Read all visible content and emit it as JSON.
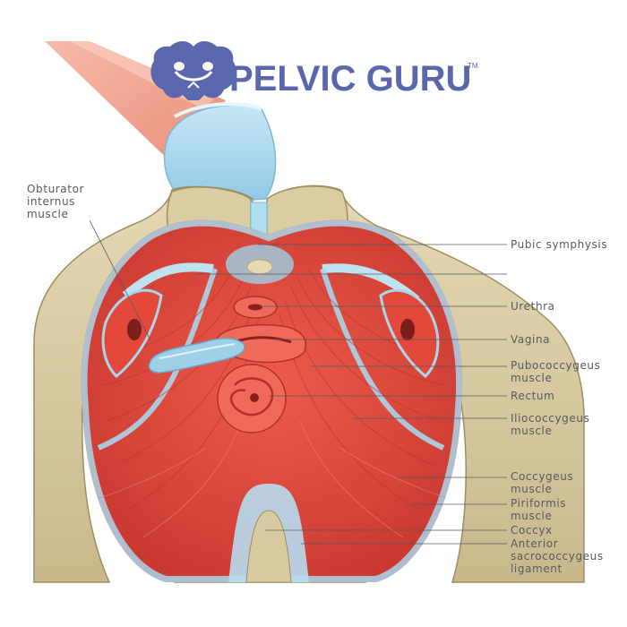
{
  "brand": {
    "name": "PELVIC GURU",
    "trademark": "TM",
    "logo_icon": "pelvis-logo-icon",
    "color": "#5b67ad"
  },
  "labels": {
    "obturator_internus": [
      "Obturator",
      "internus",
      "muscle"
    ],
    "pubic_symphysis": [
      "Pubic symphysis"
    ],
    "urethra": [
      "Urethra"
    ],
    "vagina": [
      "Vagina"
    ],
    "pubococcygeus": [
      "Pubococcygeus",
      "muscle"
    ],
    "rectum": [
      "Rectum"
    ],
    "iliococcygeus": [
      "Iliococcygeus",
      "muscle"
    ],
    "coccygeus": [
      "Coccygeus",
      "muscle"
    ],
    "piriformis": [
      "Piriformis",
      "muscle"
    ],
    "coccyx": [
      "Coccyx"
    ],
    "anterior_sacrococcygeus": [
      "Anterior",
      "sacrococcygeus",
      "ligament"
    ]
  },
  "colors": {
    "bone": "#d8cca4",
    "bone_shadow": "#b6a77a",
    "muscle": "#e3483b",
    "muscle_dark": "#b32e27",
    "fascia": "#a9d6ea",
    "skin": "#f0a592",
    "label_text": "#555a62"
  }
}
